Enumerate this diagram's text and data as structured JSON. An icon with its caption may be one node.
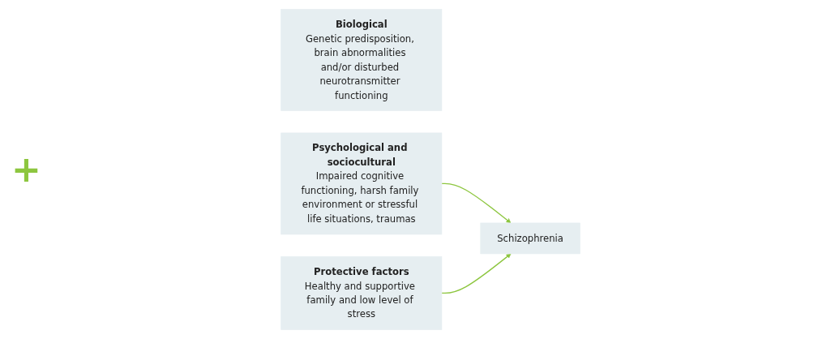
{
  "diagram": {
    "nodes": [
      {
        "text": [
          "Biological",
          "Genetic predisposition, brain abnormalities and/or disturbed neurotransmitter functioning"
        ]
      },
      {
        "text": [
          "Psychological and sociocultural",
          "Impaired cognitive functioning, harsh family environment or stressful life situations, traumas"
        ]
      },
      {
        "text": [
          "Protective factors",
          "Healthy and supportive family and low level of stress"
        ]
      },
      {
        "text": [
          "Schizophrenia"
        ]
      }
    ],
    "edges": [
      {
        "from": 1,
        "to": 3,
        "arrow": "to"
      },
      {
        "from": 2,
        "to": 3,
        "arrow": "to"
      }
    ],
    "labels": [
      "+"
    ]
  }
}
